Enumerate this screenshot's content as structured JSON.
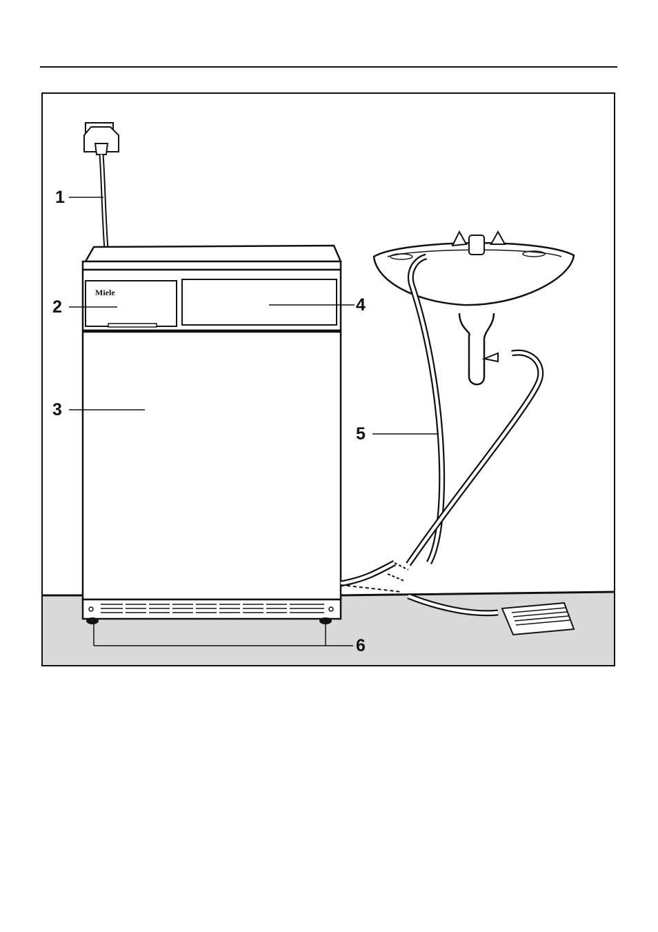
{
  "brand": "Miele",
  "callouts": [
    {
      "id": "1",
      "label": "1"
    },
    {
      "id": "2",
      "label": "2"
    },
    {
      "id": "3",
      "label": "3"
    },
    {
      "id": "4",
      "label": "4"
    },
    {
      "id": "5",
      "label": "5"
    },
    {
      "id": "6",
      "label": "6"
    }
  ],
  "colors": {
    "floor": "#d9d9d9",
    "line": "#111111",
    "paper": "#ffffff"
  }
}
